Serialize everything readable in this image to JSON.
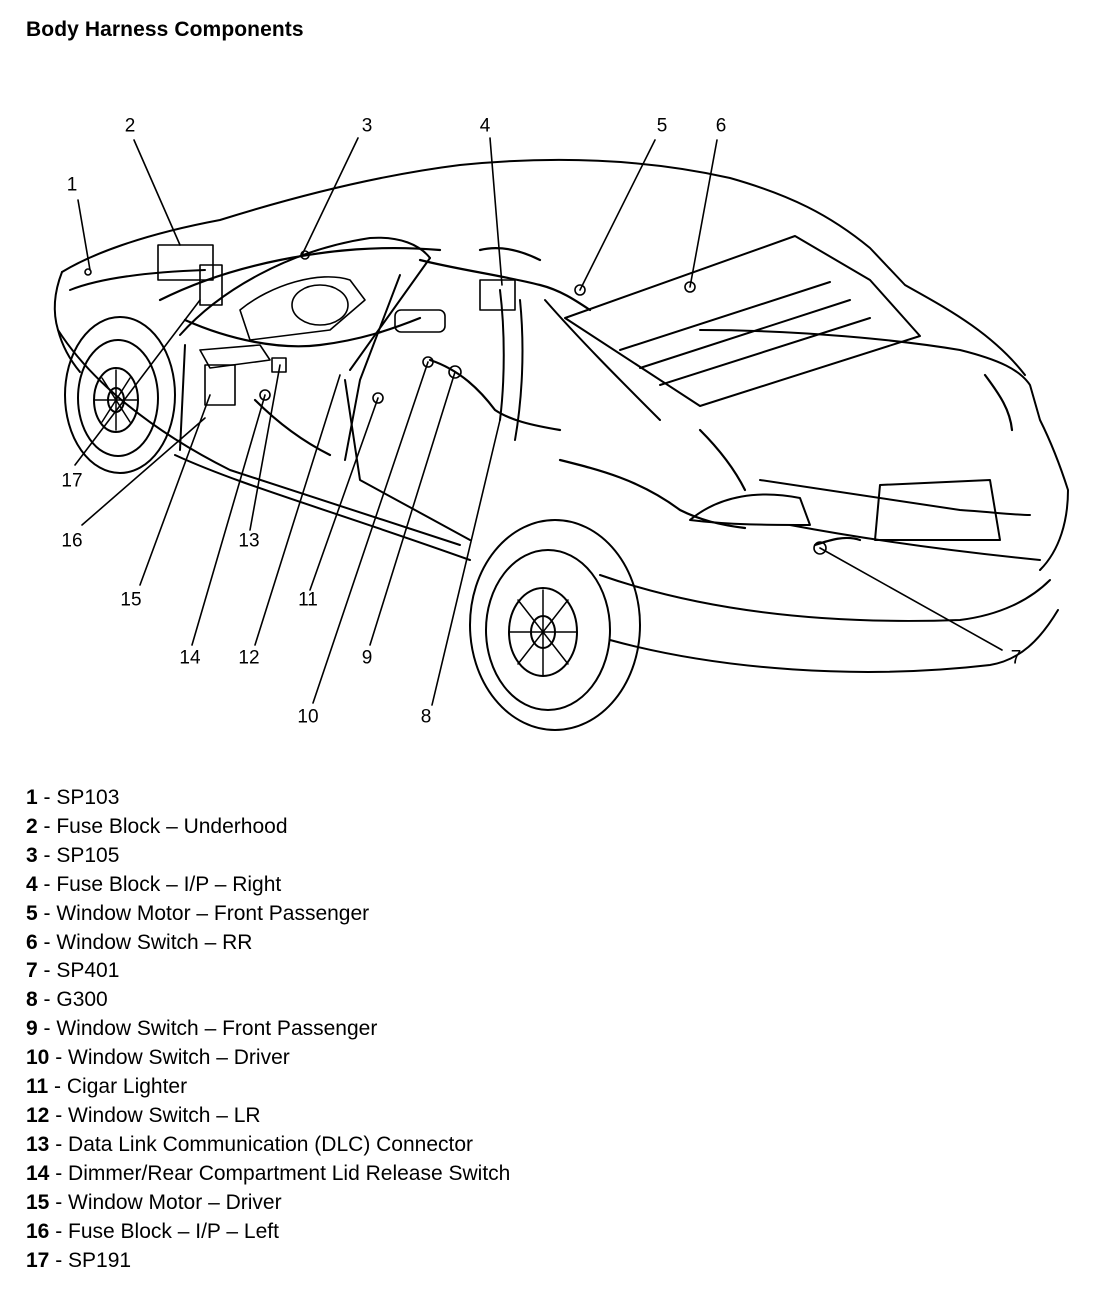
{
  "title": "Body Harness Components",
  "callouts": [
    "1",
    "2",
    "3",
    "4",
    "5",
    "6",
    "7",
    "8",
    "9",
    "10",
    "11",
    "12",
    "13",
    "14",
    "15",
    "16",
    "17"
  ],
  "legend_separator": " - ",
  "legend": [
    {
      "num": "1",
      "label": "SP103"
    },
    {
      "num": "2",
      "label": "Fuse Block – Underhood"
    },
    {
      "num": "3",
      "label": "SP105"
    },
    {
      "num": "4",
      "label": "Fuse Block – I/P – Right"
    },
    {
      "num": "5",
      "label": "Window Motor – Front Passenger"
    },
    {
      "num": "6",
      "label": "Window Switch – RR"
    },
    {
      "num": "7",
      "label": "SP401"
    },
    {
      "num": "8",
      "label": "G300"
    },
    {
      "num": "9",
      "label": "Window Switch – Front Passenger"
    },
    {
      "num": "10",
      "label": "Window Switch – Driver"
    },
    {
      "num": "11",
      "label": "Cigar Lighter"
    },
    {
      "num": "12",
      "label": "Window Switch – LR"
    },
    {
      "num": "13",
      "label": "Data Link Communication (DLC) Connector"
    },
    {
      "num": "14",
      "label": "Dimmer/Rear Compartment Lid Release Switch"
    },
    {
      "num": "15",
      "label": "Window Motor – Driver"
    },
    {
      "num": "16",
      "label": "Fuse Block – I/P – Left"
    },
    {
      "num": "17",
      "label": "SP191"
    }
  ]
}
